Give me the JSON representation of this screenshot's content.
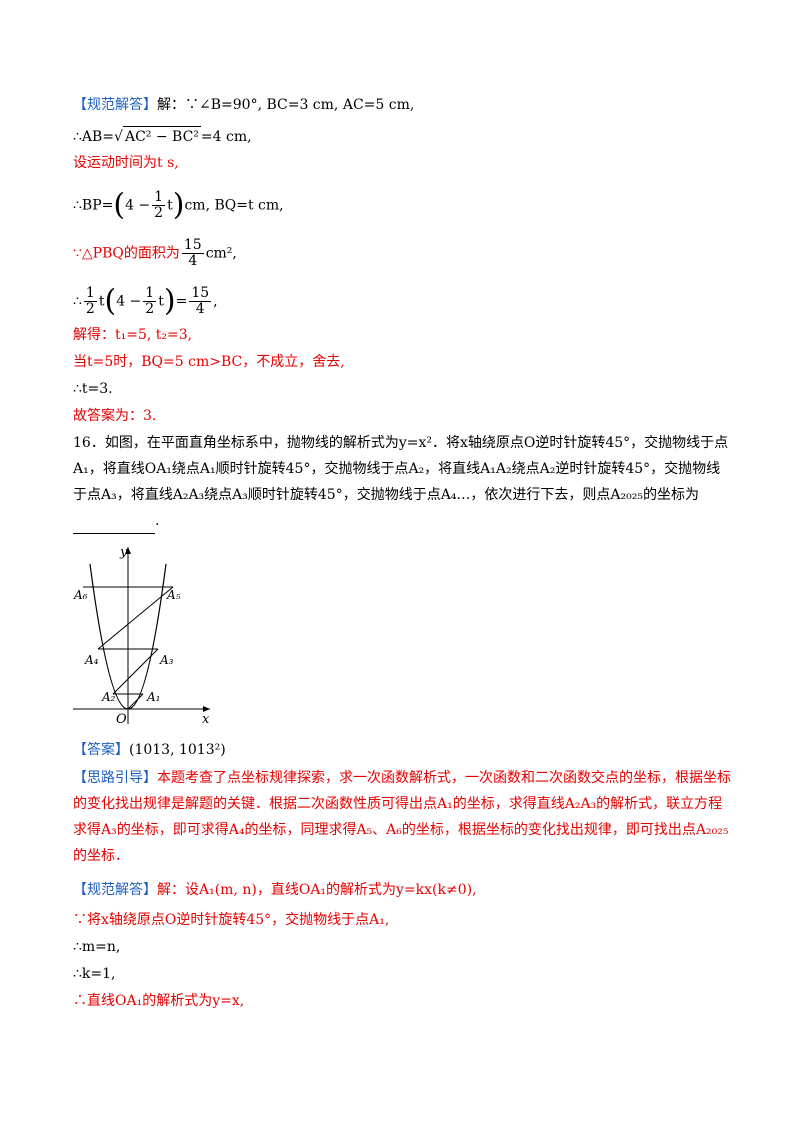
{
  "s1": {
    "l1_tag": "【规范解答】",
    "l1_text": "解：∵∠B=90°, BC=3 cm, AC=5 cm,",
    "l2_left": "∴AB=",
    "l2_root": "AC² − BC²",
    "l2_right": "=4 cm,",
    "l3": "设运动时间为t s,",
    "l4_left": "∴BP=",
    "l4_a": "4 −",
    "l4_frac_n": "1",
    "l4_frac_d": "2",
    "l4_b": "t",
    "l4_right": "cm, BQ=t cm,",
    "l5_left": "∵△PBQ的面积为",
    "l5_frac_n": "15",
    "l5_frac_d": "4",
    "l5_right": "cm²,",
    "l6_left": "∴",
    "l6_f1n": "1",
    "l6_f1d": "2",
    "l6_mid": "t",
    "l6_a": "4 −",
    "l6_f2n": "1",
    "l6_f2d": "2",
    "l6_b": "t",
    "l6_eq": "=",
    "l6_f3n": "15",
    "l6_f3d": "4",
    "l6_end": ",",
    "l7": "解得：t₁=5, t₂=3,",
    "l8": "当t=5时，BQ=5 cm>BC，不成立，舍去,",
    "l9": "∴t=3.",
    "l10": "故答案为：3."
  },
  "q16": {
    "text": "16．如图，在平面直角坐标系中，抛物线的解析式为y=x²．将x轴绕原点O逆时针旋转45°，交抛物线于点A₁，将直线OA₁绕点A₁顺时针旋转45°，交抛物线于点A₂，将直线A₁A₂绕点A₂逆时针旋转45°，交抛物线于点A₃，将直线A₂A₃绕点A₃顺时针旋转45°，交抛物线于点A₄…，依次进行下去，则点A₂₀₂₅的坐标为",
    "end": "."
  },
  "graph": {
    "y_label": "y",
    "x_label": "x",
    "origin": "O",
    "A1": "A₁",
    "A2": "A₂",
    "A3": "A₃",
    "A4": "A₄",
    "A5": "A₅",
    "A6": "A₆"
  },
  "answer": {
    "tag": "【答案】",
    "value": "(1013, 1013²)"
  },
  "hint": {
    "tag": "【思路引导】",
    "text": "本题考查了点坐标规律探索，求一次函数解析式，一次函数和二次函数交点的坐标，根据坐标的变化找出规律是解题的关键．根据二次函数性质可得出点A₁的坐标，求得直线A₂A₃的解析式，联立方程求得A₃的坐标，即可求得A₄的坐标，同理求得A₅、A₆的坐标，根据坐标的变化找出规律，即可找出点A₂₀₂₅的坐标．"
  },
  "s2": {
    "l1_tag": "【规范解答】",
    "l1_text": "解：设A₁(m, n)，直线OA₁的解析式为y=kx(k≠0),",
    "l2": "∵将x轴绕原点O逆时针旋转45°，交抛物线于点A₁,",
    "l3": "∴m=n,",
    "l4": "∴k=1,",
    "l5": "∴直线OA₁的解析式为y=x,"
  }
}
